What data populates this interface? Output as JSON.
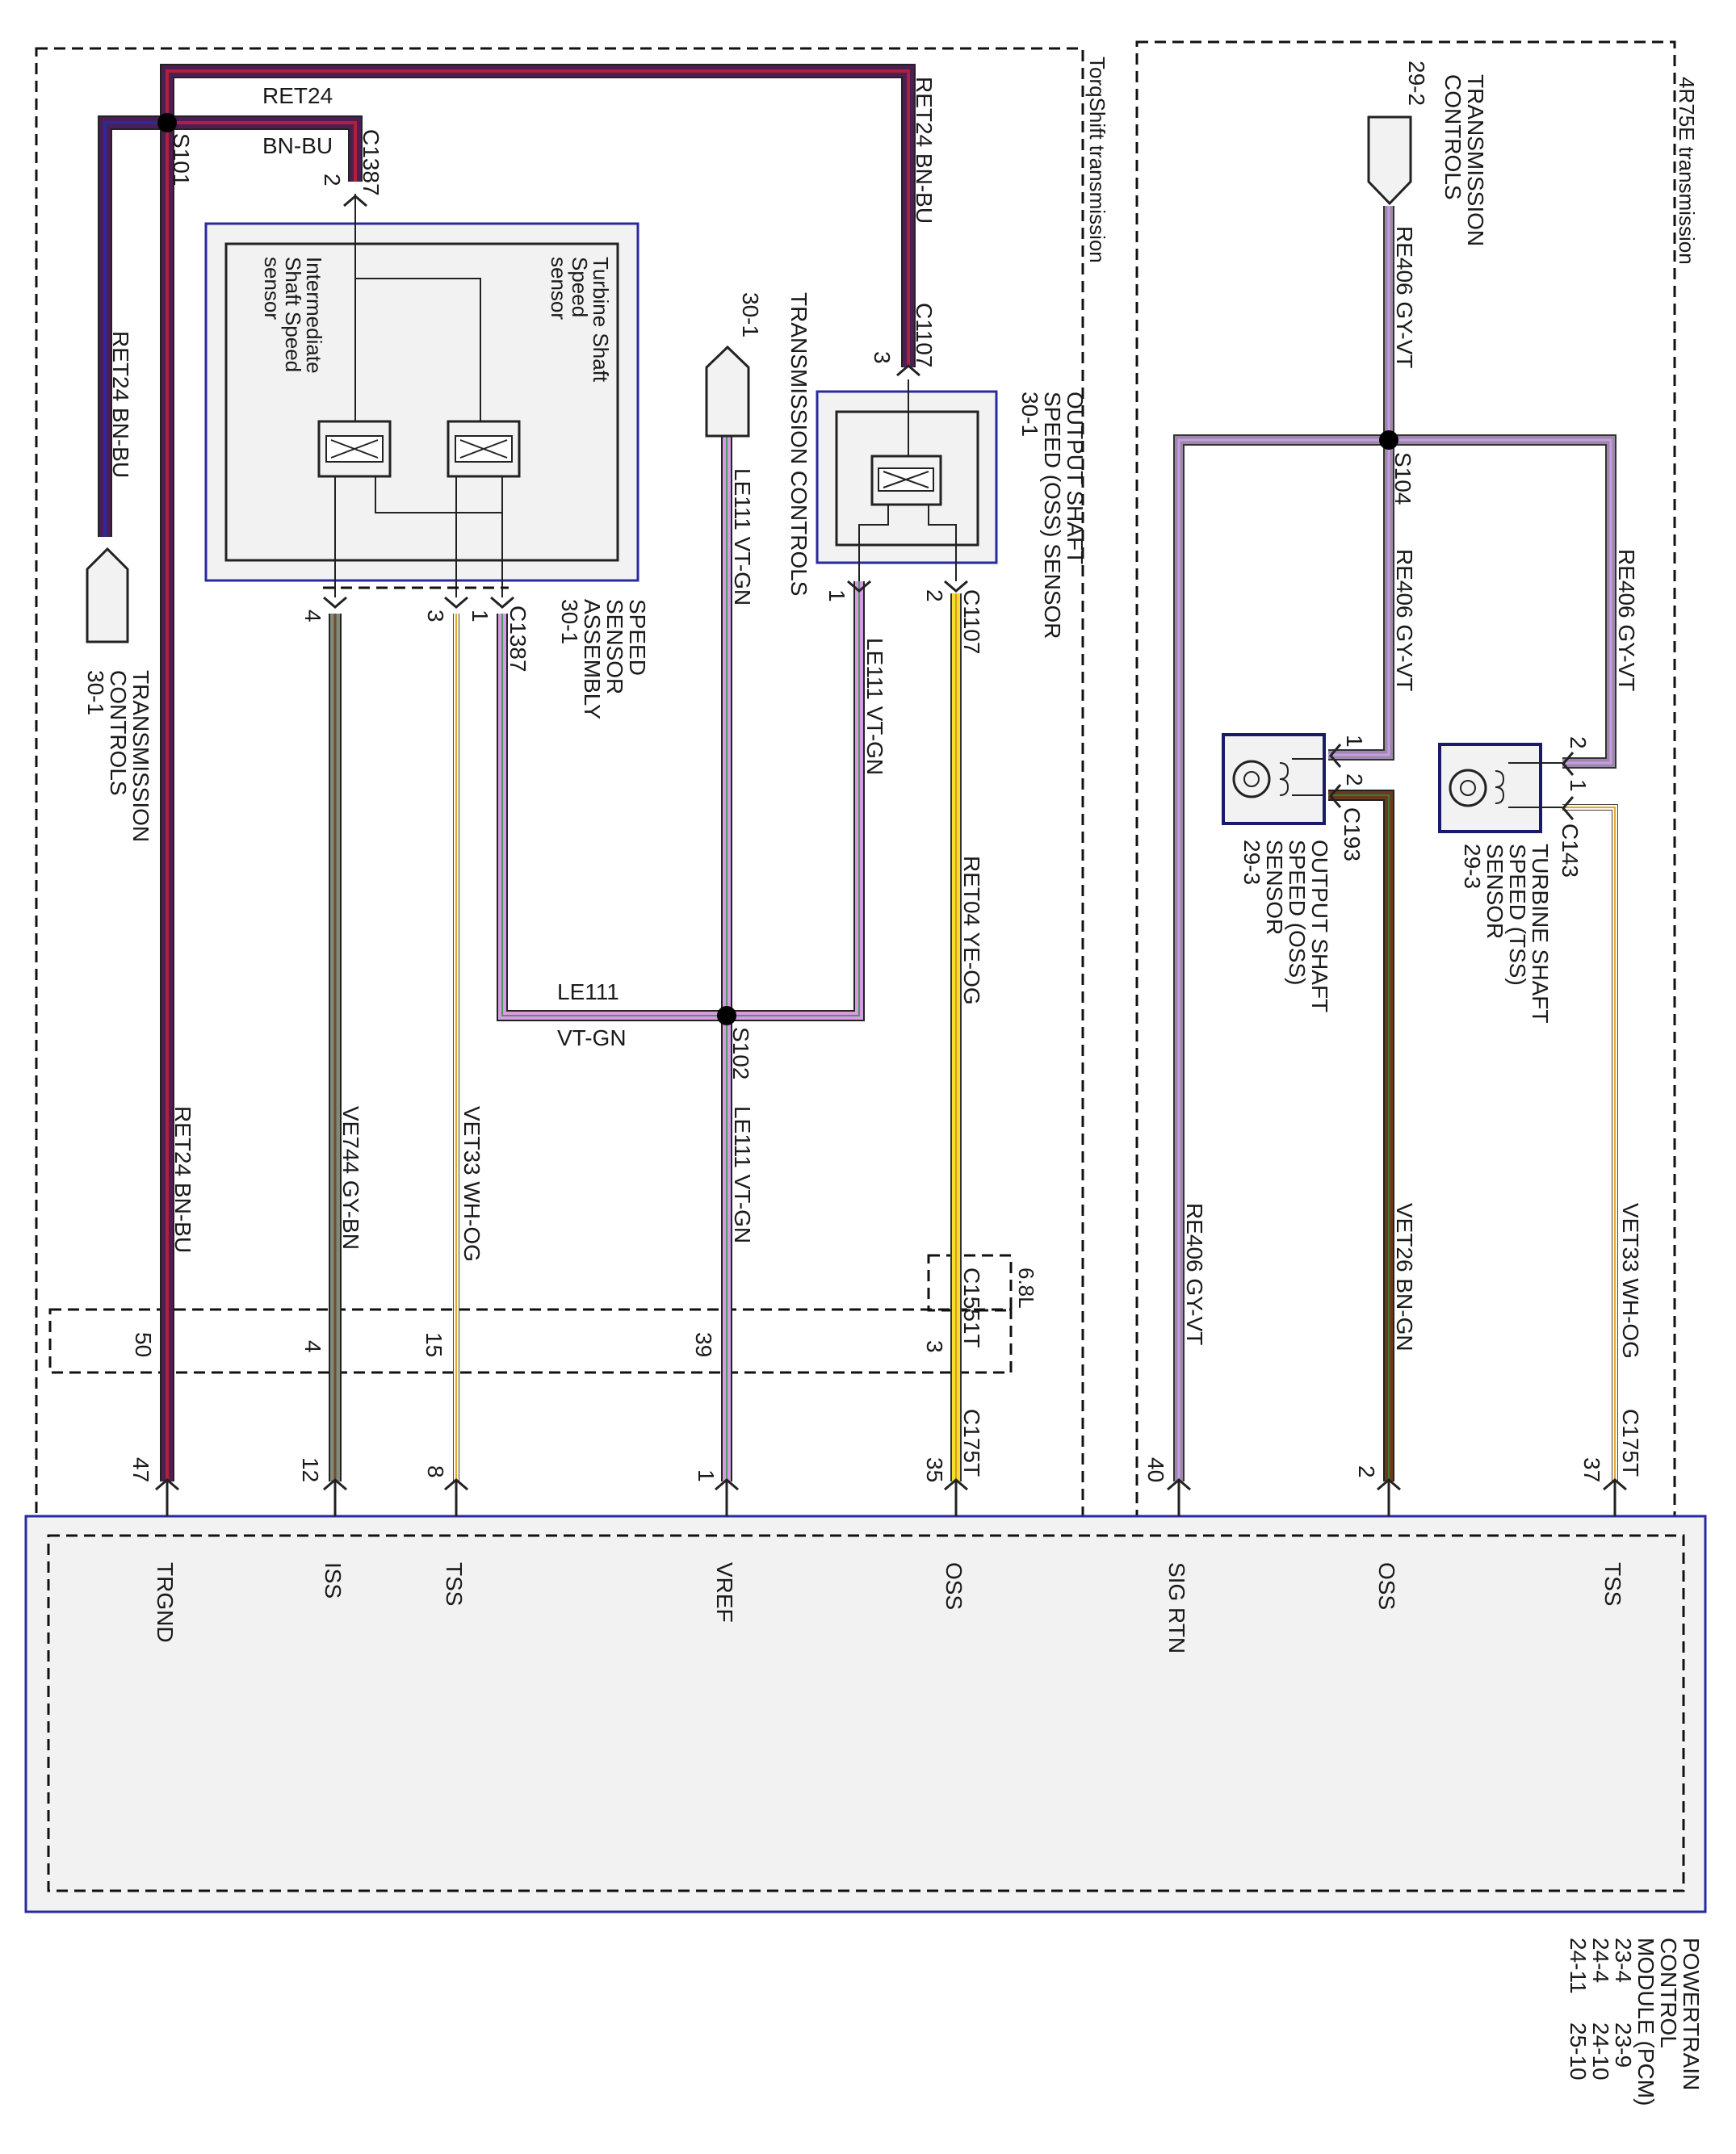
{
  "colors": {
    "bn_bu": "#4b1f55",
    "bn_bu_stripe": "#b0203a",
    "vt_gn": "#d79be4",
    "gy_vt": "#9a8aa8",
    "gy_bn": "#7e8a7a",
    "wh_og": "#f3d49a",
    "ye_og": "#f2e12a",
    "bn_gn": "#6b3a1a",
    "module_border": "#2a2aa0",
    "module_fill": "#f2f2f2"
  },
  "regions": {
    "torqshift": "TorqShift transmission",
    "r4r75e": "4R75E transmission",
    "engine_68l": "6.8L"
  },
  "splices": {
    "s101": "S101",
    "s102": "S102",
    "s104": "S104"
  },
  "connectors": {
    "c1387_top": "C1387",
    "c1387_bottom": "C1387",
    "c1107_top": "C1107",
    "c1107_bottom": "C1107",
    "c1551t": "C1551T",
    "c175t_left": "C175T",
    "c175t_right": "C175T",
    "c193": "C193",
    "c143": "C143"
  },
  "components": {
    "speed_sensor_assembly": [
      "SPEED",
      "SENSOR",
      "ASSEMBLY",
      "30-1"
    ],
    "turbine_inner": [
      "Turbine Shaft",
      "Speed",
      "sensor"
    ],
    "intermediate_inner": [
      "Intermediate",
      "Shaft Speed",
      "sensor"
    ],
    "oss_torq": [
      "OUTPUT SHAFT",
      "SPEED (OSS) SENSOR",
      "30-1"
    ],
    "tc_left": [
      "TRANSMISSION",
      "CONTROLS",
      "30-1"
    ],
    "tc_mid_name": "TRANSMISSION CONTROLS",
    "tc_mid_ref": "30-1",
    "tc_right": [
      "TRANSMISSION",
      "CONTROLS"
    ],
    "tc_right_ref": "29-2",
    "oss_4r": [
      "OUTPUT SHAFT",
      "SPEED (OSS)",
      "SENSOR",
      "29-3"
    ],
    "tss_4r": [
      "TURBINE SHAFT",
      "SPEED (TSS)",
      "SENSOR",
      "29-3"
    ],
    "pcm": [
      "POWERTRAIN",
      "CONTROL",
      "MODULE (PCM)"
    ],
    "pcm_refs": [
      "23-4",
      "23-9",
      "24-4",
      "24-10",
      "24-11",
      "25-10"
    ]
  },
  "wires": {
    "ret24_top": "RET24",
    "bnbu_top": "BN-BU",
    "ret24_left": "RET24  BN-BU",
    "ret24_c1107": "RET24  BN-BU",
    "ret24_main": "RET24  BN-BU",
    "le111_mid": "LE111  VT-GN",
    "le111_oss": "LE111  VT-GN",
    "le111_h": "LE111",
    "vtgn_h": "VT-GN",
    "le111_bot": "LE111  VT-GN",
    "ret04": "RET04  YE-OG",
    "ve744": "VE744  GY-BN",
    "vet33_left": "VET33  WH-OG",
    "re406_top": "RE406  GY-VT",
    "re406_s104": "RE406  GY-VT",
    "re406_right": "RE406  GY-VT",
    "re406_bot": "RE406  GY-VT",
    "vet26": "VET26  BN-GN",
    "vet33_right": "VET33  WH-OG"
  },
  "pins": {
    "c1387_2": "2",
    "c1107_3": "3",
    "sa_4": "4",
    "sa_3": "3",
    "sa_1": "1",
    "oss_1": "1",
    "oss_2": "2",
    "c1551_50": "50",
    "c1551_4": "4",
    "c1551_15": "15",
    "c1551_39": "39",
    "c1551_3": "3",
    "c175_47": "47",
    "c175_12": "12",
    "c175_8": "8",
    "c175_1": "1",
    "c175_35": "35",
    "c175_40": "40",
    "c175_2": "2",
    "c175_37": "37",
    "c193_1": "1",
    "c193_2": "2",
    "c143_2": "2",
    "c143_1": "1"
  },
  "pcm_pins": {
    "trgnd": "TRGND",
    "iss": "ISS",
    "tss_left": "TSS",
    "vref": "VREF",
    "oss_left": "OSS",
    "sig_rtn": "SIG RTN",
    "oss_right": "OSS",
    "tss_right": "TSS"
  }
}
